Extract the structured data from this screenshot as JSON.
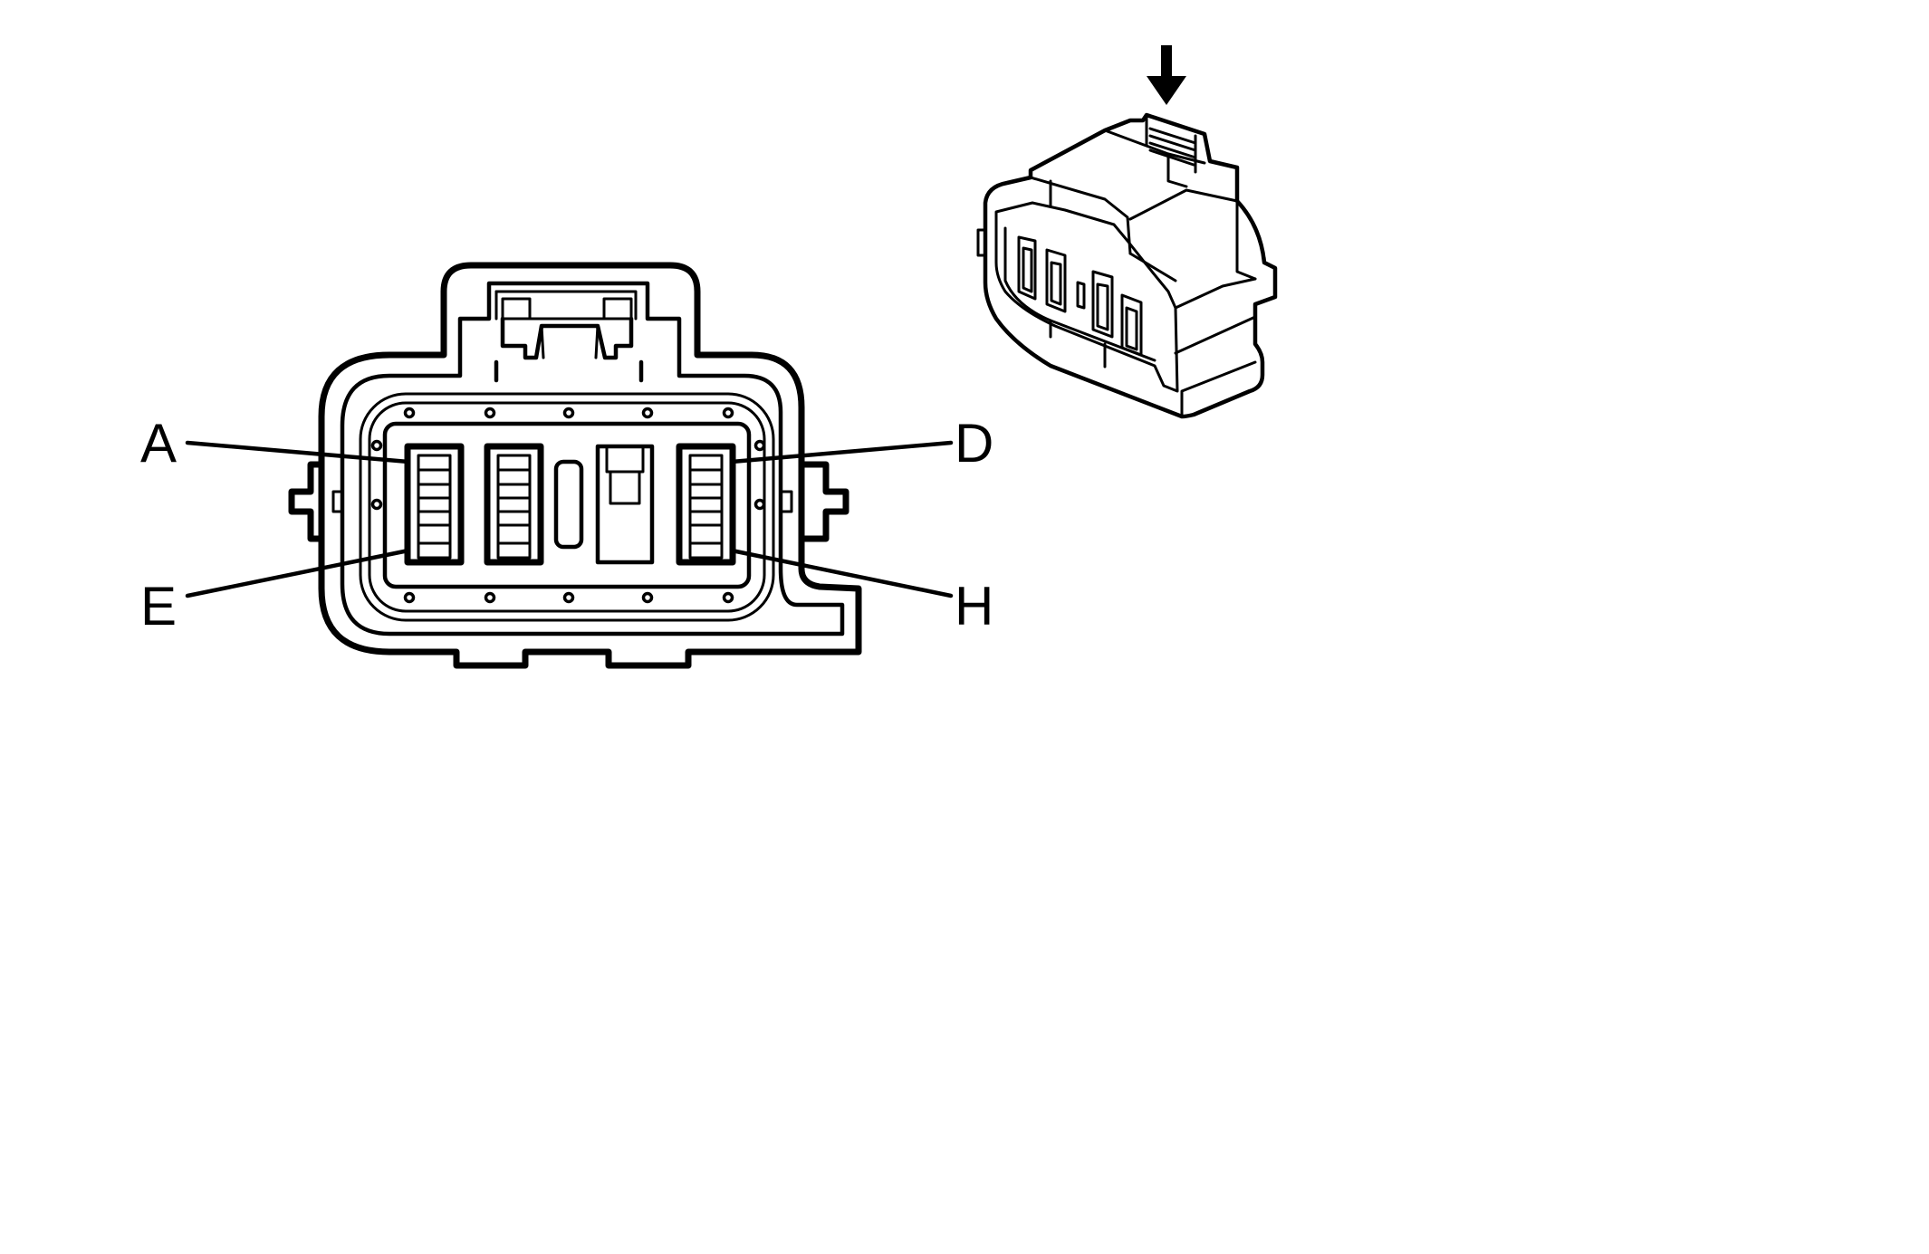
{
  "diagram": {
    "pin_labels": {
      "a": "A",
      "d": "D",
      "e": "E",
      "h": "H"
    }
  }
}
